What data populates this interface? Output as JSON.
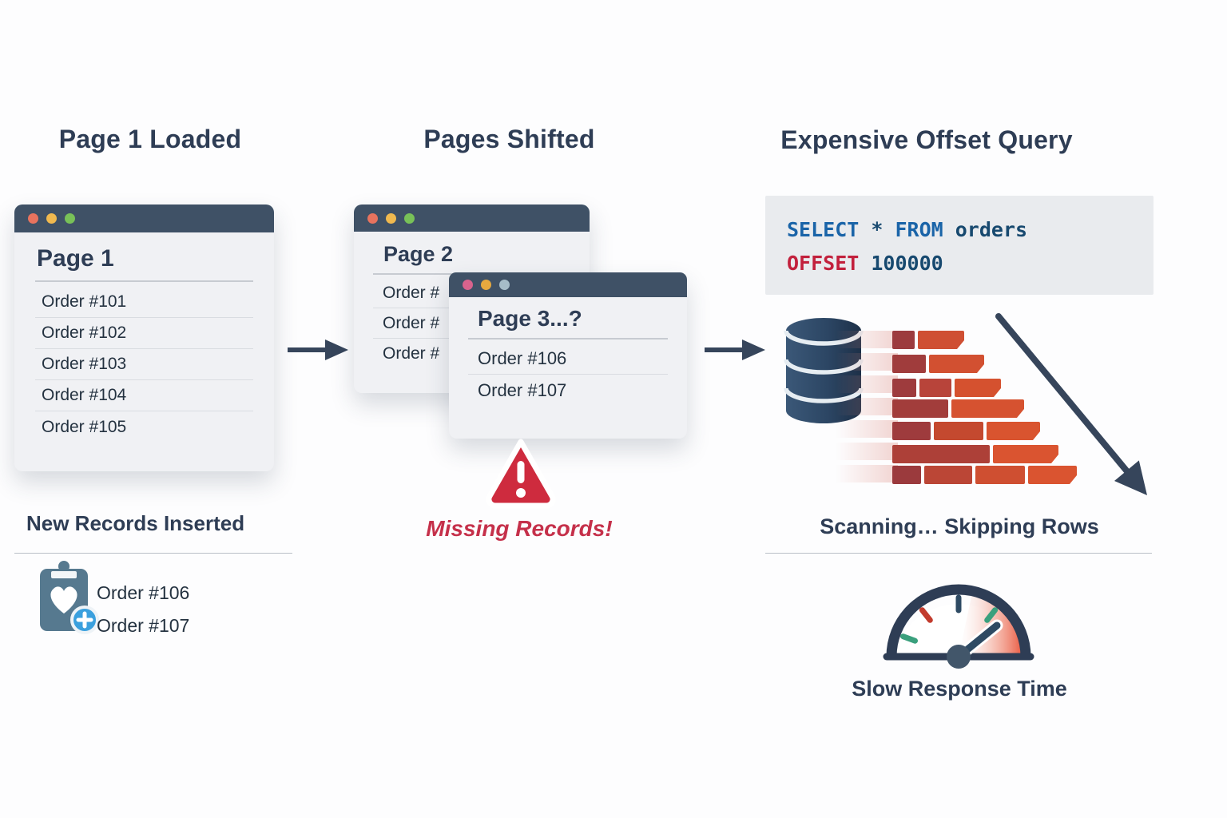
{
  "col1": {
    "title": "Page 1 Loaded",
    "window": {
      "title": "Page 1",
      "rows": [
        "Order #101",
        "Order #102",
        "Order #103",
        "Order #104",
        "Order #105"
      ]
    },
    "inserted": {
      "title": "New Records Inserted",
      "rows": [
        "Order #106",
        "Order #107"
      ]
    }
  },
  "col2": {
    "title": "Pages Shifted",
    "back_window": {
      "title": "Page 2",
      "rows": [
        "Order #",
        "Order #",
        "Order #"
      ]
    },
    "front_window": {
      "title": "Page 3...?",
      "rows": [
        "Order #106",
        "Order #107"
      ]
    },
    "warning": "Missing Records!"
  },
  "col3": {
    "title": "Expensive Offset Query",
    "code": {
      "select": "SELECT",
      "star": " * ",
      "from": "FROM",
      "table": " orders",
      "offset": "OFFSET",
      "value": " 100000"
    },
    "scanning": "Scanning… Skipping Rows",
    "gauge_label": "Slow Response Time"
  },
  "colors": {
    "heading_navy": "#2e3d55",
    "titlebar_slate": "#3f5166",
    "window_bg": "#f0f1f4",
    "traffic_red": "#e8735e",
    "traffic_yellow": "#f0b94f",
    "traffic_green": "#78c158",
    "traffic_pink": "#d9638d",
    "traffic_orange": "#e6a83f",
    "traffic_bluegray": "#a6bcc8",
    "warning_red": "#ce2b3e",
    "missing_text_red": "#c5304a",
    "code_bg": "#e9ebee",
    "code_keyword_blue": "#1a64a8",
    "code_plain_navy": "#17496f",
    "code_offset_red": "#c2203c",
    "arrow_navy": "#36455b",
    "database_navy": "#2c4664",
    "brick_dark": "#9b3a3d",
    "brick_bright": "#da5430",
    "clipboard_slate": "#56798f",
    "badge_blue": "#3aa0de",
    "gauge_tick_green": "#3aa07d",
    "gauge_tick_red": "#c23b2d"
  }
}
